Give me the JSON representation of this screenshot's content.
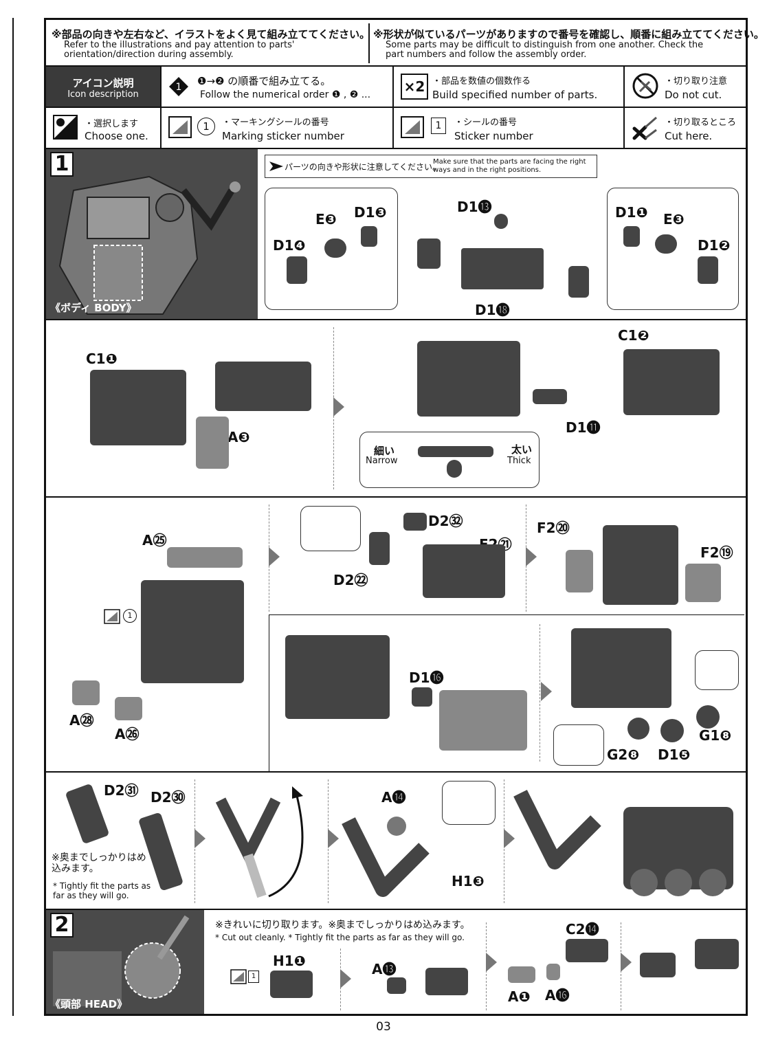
{
  "header": {
    "left_jp": "※部品の向きや左右など、イラストをよく見て組み立ててください。",
    "left_en": "Refer to the illustrations and pay attention to parts' orientation/direction during assembly.",
    "right_jp": "※形状が似ているパーツがありますので番号を確認し、順番に組み立ててください。",
    "right_en": "Some parts may be difficult to distinguish from one another. Check the part numbers and follow the assembly order."
  },
  "icons": {
    "title_jp": "アイコン説明",
    "title_en": "Icon description",
    "order_jp": "❶→❷ の順番で組み立てる。",
    "order_en": "Follow the numerical order ❶ , ❷ ...",
    "build_badge": "×2",
    "build_jp": "・部品を数値の個数作る",
    "build_en": "Build specified number of parts.",
    "nocut_jp": "・切り取り注意",
    "nocut_en": "Do not cut.",
    "choose_jp": "・選択します",
    "choose_en": "Choose one.",
    "marking_num": "1",
    "marking_jp": "・マーキングシールの番号",
    "marking_en": "Marking sticker number",
    "sticker_num": "1",
    "sticker_jp": "・シールの番号",
    "sticker_en": "Sticker number",
    "cut_jp": "・切り取るところ",
    "cut_en": "Cut here."
  },
  "step1": {
    "number": "1",
    "caption": "《ボディ BODY》",
    "notice_jp": "パーツの向きや形状に注意してください。",
    "notice_en": "Make sure that the parts are facing the right ways and in the right positions.",
    "labels_row1": [
      "D1❸",
      "E❸",
      "D1❹",
      "D1⓭",
      "D1⓲",
      "D1❶",
      "E❸",
      "D1❷"
    ],
    "labels_row2": [
      "C1❶",
      "A❸",
      "C1❷",
      "D1⓫"
    ],
    "narrow_jp": "細い",
    "narrow_en": "Narrow",
    "thick_jp": "太い",
    "thick_en": "Thick",
    "labels_row3": [
      "A㉕",
      "A㉘",
      "A㉖",
      "D2㉜",
      "D2㉒",
      "F2㉑",
      "F2⑳",
      "F2⑲",
      "D1⓰",
      "G2❽",
      "D1❺",
      "G1❽"
    ],
    "marking_num": "1",
    "labels_row4": [
      "D2㉛",
      "D2㉚",
      "A⓮",
      "H1❸"
    ],
    "tight_jp": "※奥までしっかりはめ込みます。",
    "tight_en": "* Tightly fit the parts as far as they will go."
  },
  "step2": {
    "number": "2",
    "caption": "《頭部 HEAD》",
    "note_jp": "※きれいに切り取ります。※奥までしっかりはめ込みます。",
    "note_en": "* Cut out cleanly. * Tightly fit the parts as far as they will go.",
    "sticker_num": "1",
    "labels": [
      "H1❶",
      "A⓭",
      "C2⓮",
      "A❶",
      "A⓰"
    ]
  },
  "page_number": "03"
}
